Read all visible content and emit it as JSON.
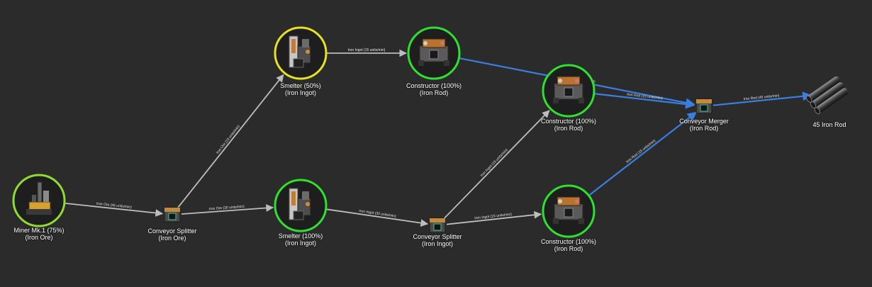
{
  "nodes": [
    {
      "id": "miner",
      "title": "Miner Mk.1 (75%)",
      "subtitle": "(Iron Ore)",
      "ring": "#8fdc2c",
      "icon": "miner-icon",
      "kind": "circle"
    },
    {
      "id": "split1",
      "title": "Conveyor Splitter",
      "subtitle": "(Iron Ore)",
      "icon": "conveyor-splitter-icon",
      "kind": "box"
    },
    {
      "id": "smelter_top",
      "title": "Smelter (50%)",
      "subtitle": "(Iron Ingot)",
      "ring": "#e8e020",
      "icon": "smelter-icon",
      "kind": "circle"
    },
    {
      "id": "smelter_bot",
      "title": "Smelter (100%)",
      "subtitle": "(Iron Ingot)",
      "ring": "#2ee12e",
      "icon": "smelter-icon",
      "kind": "circle"
    },
    {
      "id": "split2",
      "title": "Conveyor Splitter",
      "subtitle": "(Iron Ingot)",
      "icon": "conveyor-splitter-icon",
      "kind": "box"
    },
    {
      "id": "cons_top",
      "title": "Constructor (100%)",
      "subtitle": "(Iron Rod)",
      "ring": "#2ee12e",
      "icon": "constructor-icon",
      "kind": "circle"
    },
    {
      "id": "cons_mid",
      "title": "Constructor (100%)",
      "subtitle": "(Iron Rod)",
      "ring": "#2ee12e",
      "icon": "constructor-icon",
      "kind": "circle"
    },
    {
      "id": "cons_bot",
      "title": "Constructor (100%)",
      "subtitle": "(Iron Rod)",
      "ring": "#2ee12e",
      "icon": "constructor-icon",
      "kind": "circle"
    },
    {
      "id": "merger",
      "title": "Conveyor Merger",
      "subtitle": "(Iron Rod)",
      "icon": "conveyor-merger-icon",
      "kind": "box"
    },
    {
      "id": "output",
      "title": "45 Iron Rod",
      "subtitle": "",
      "icon": "iron-rod-icon",
      "kind": "product"
    }
  ],
  "edges": [
    {
      "from": "miner",
      "to": "split1",
      "label": "Iron Ore (45 units/min)",
      "color": "#bdbdbd"
    },
    {
      "from": "split1",
      "to": "smelter_top",
      "label": "Iron Ore (15 units/min)",
      "color": "#bdbdbd"
    },
    {
      "from": "split1",
      "to": "smelter_bot",
      "label": "Iron Ore (30 units/min)",
      "color": "#bdbdbd"
    },
    {
      "from": "smelter_top",
      "to": "cons_top",
      "label": "Iron Ingot (15 units/min)",
      "color": "#bdbdbd"
    },
    {
      "from": "smelter_bot",
      "to": "split2",
      "label": "Iron Ingot (30 units/min)",
      "color": "#bdbdbd"
    },
    {
      "from": "split2",
      "to": "cons_mid",
      "label": "Iron Ingot (15 units/min)",
      "color": "#bdbdbd"
    },
    {
      "from": "split2",
      "to": "cons_bot",
      "label": "Iron Ingot (15 units/min)",
      "color": "#bdbdbd"
    },
    {
      "from": "cons_top",
      "to": "merger",
      "label": "Iron Rod (15 units/min)",
      "color": "#3a7fe0"
    },
    {
      "from": "cons_mid",
      "to": "merger",
      "label": "Iron Rod (15 units/min)",
      "color": "#3a7fe0"
    },
    {
      "from": "cons_bot",
      "to": "merger",
      "label": "Iron Rod (15 units/min)",
      "color": "#3a7fe0"
    },
    {
      "from": "merger",
      "to": "output",
      "label": "Iron Rod (45 units/min)",
      "color": "#3a7fe0"
    }
  ]
}
